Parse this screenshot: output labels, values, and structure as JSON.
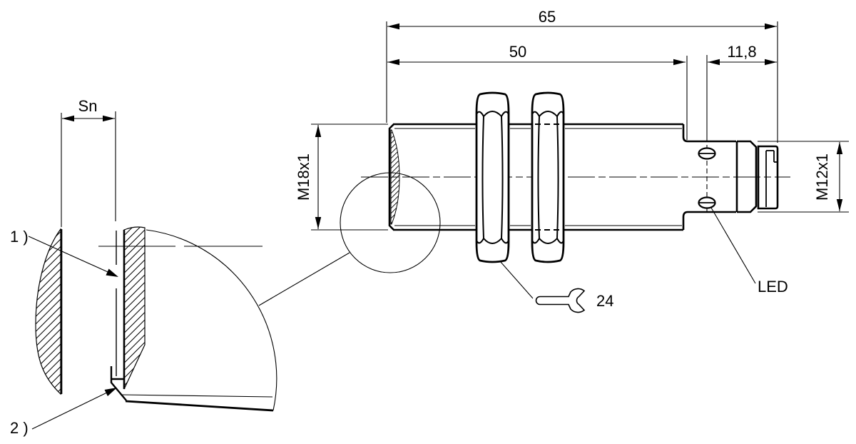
{
  "drawing": {
    "title": "inductive-sensor-dimensional-drawing",
    "dimensions": {
      "overall_length": "65",
      "thread_length": "50",
      "connector_length": "11,8",
      "sensing_distance": "Sn",
      "barrel_thread": "M18x1",
      "connector_thread": "M12x1",
      "wrench_size": "24"
    },
    "labels": {
      "led": "LED",
      "note_1": "1 )",
      "note_2": "2 )"
    },
    "colors": {
      "line": "#000000",
      "background": "#ffffff"
    }
  }
}
